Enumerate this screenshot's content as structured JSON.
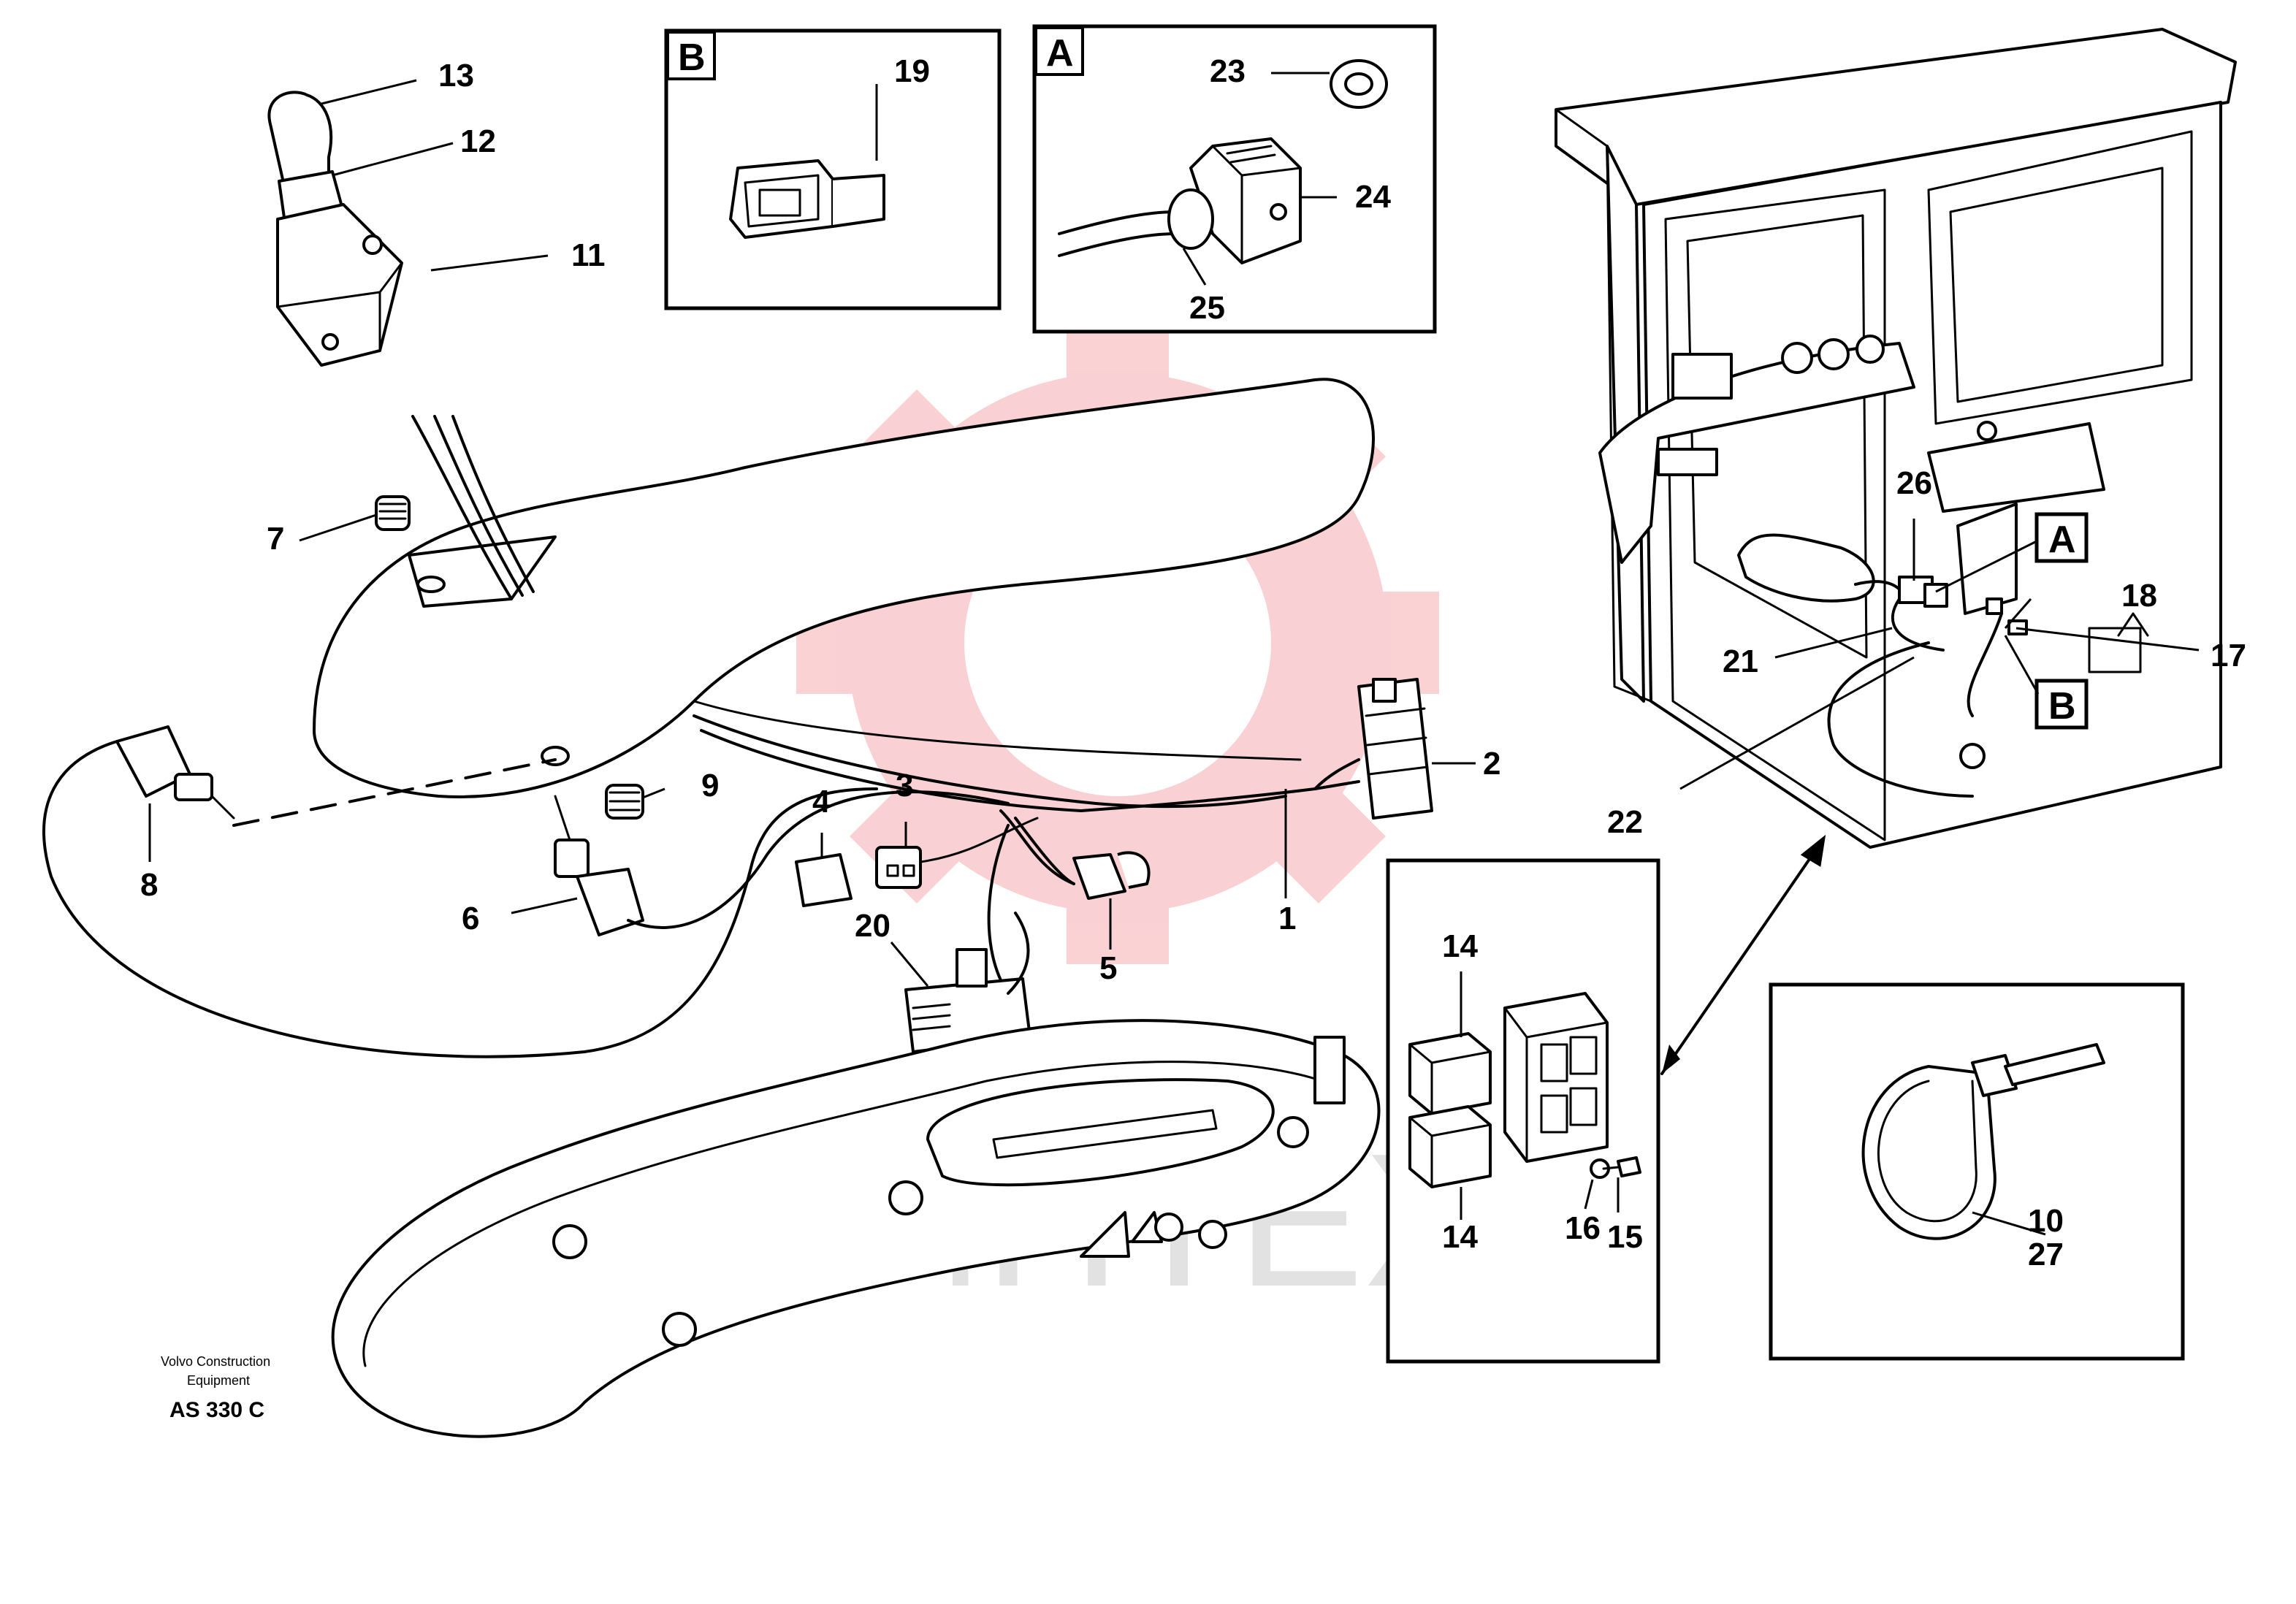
{
  "figure": {
    "manufacturer_line1": "Volvo Construction",
    "manufacturer_line2": "Equipment",
    "drawing_code": "AS 330 C",
    "watermark_text": "ИНТЕХ",
    "watermark_color": "#e8303a"
  },
  "detail_boxes": {
    "box_b_letter": "B",
    "box_a_letter": "A"
  },
  "callouts": {
    "c1": "1",
    "c2": "2",
    "c3": "3",
    "c4": "4",
    "c5": "5",
    "c6": "6",
    "c7": "7",
    "c8": "8",
    "c9": "9",
    "c11": "11",
    "c12": "12",
    "c13": "13",
    "c14a": "14",
    "c14b": "14",
    "c15": "15",
    "c16": "16",
    "c17": "17",
    "c18": "18",
    "c19": "19",
    "c20": "20",
    "c21": "21",
    "c22": "22",
    "c23": "23",
    "c24": "24",
    "c25": "25",
    "c26": "26",
    "c10": "10",
    "c27": "27",
    "marker_a": "A",
    "marker_b": "B"
  }
}
